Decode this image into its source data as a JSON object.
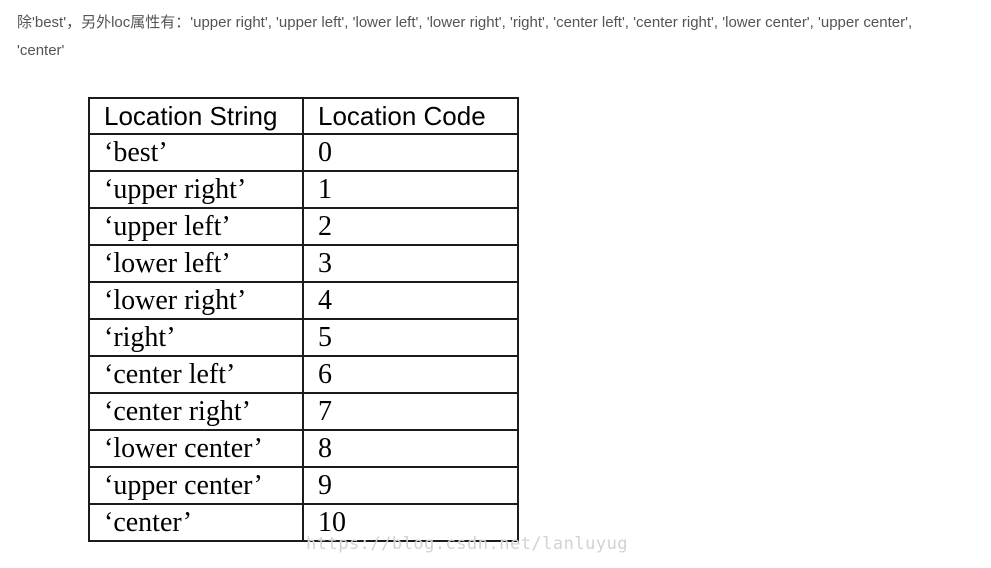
{
  "intro": {
    "lines": [
      "除'best'，另外loc属性有：'upper right', 'upper left', 'lower left', 'lower right', 'right', 'center left', 'center right', 'lower center', 'upper center',",
      "'center'"
    ]
  },
  "table": {
    "headers": [
      "Location String",
      "Location Code"
    ],
    "rows": [
      {
        "string": "‘best’",
        "code": "0"
      },
      {
        "string": "‘upper right’",
        "code": "1"
      },
      {
        "string": "‘upper left’",
        "code": "2"
      },
      {
        "string": "‘lower left’",
        "code": "3"
      },
      {
        "string": "‘lower right’",
        "code": "4"
      },
      {
        "string": "‘right’",
        "code": "5"
      },
      {
        "string": "‘center left’",
        "code": "6"
      },
      {
        "string": "‘center right’",
        "code": "7"
      },
      {
        "string": "‘lower center’",
        "code": "8"
      },
      {
        "string": "‘upper center’",
        "code": "9"
      },
      {
        "string": "‘center’",
        "code": "10"
      }
    ]
  },
  "watermark": {
    "text": "https://blog.csdn.net/lanluyug"
  },
  "colors": {
    "intro_text": "#545454",
    "table_border": "#1c1c1c",
    "table_text": "#000000",
    "watermark_text": "#d2d2d2",
    "background": "#ffffff"
  }
}
